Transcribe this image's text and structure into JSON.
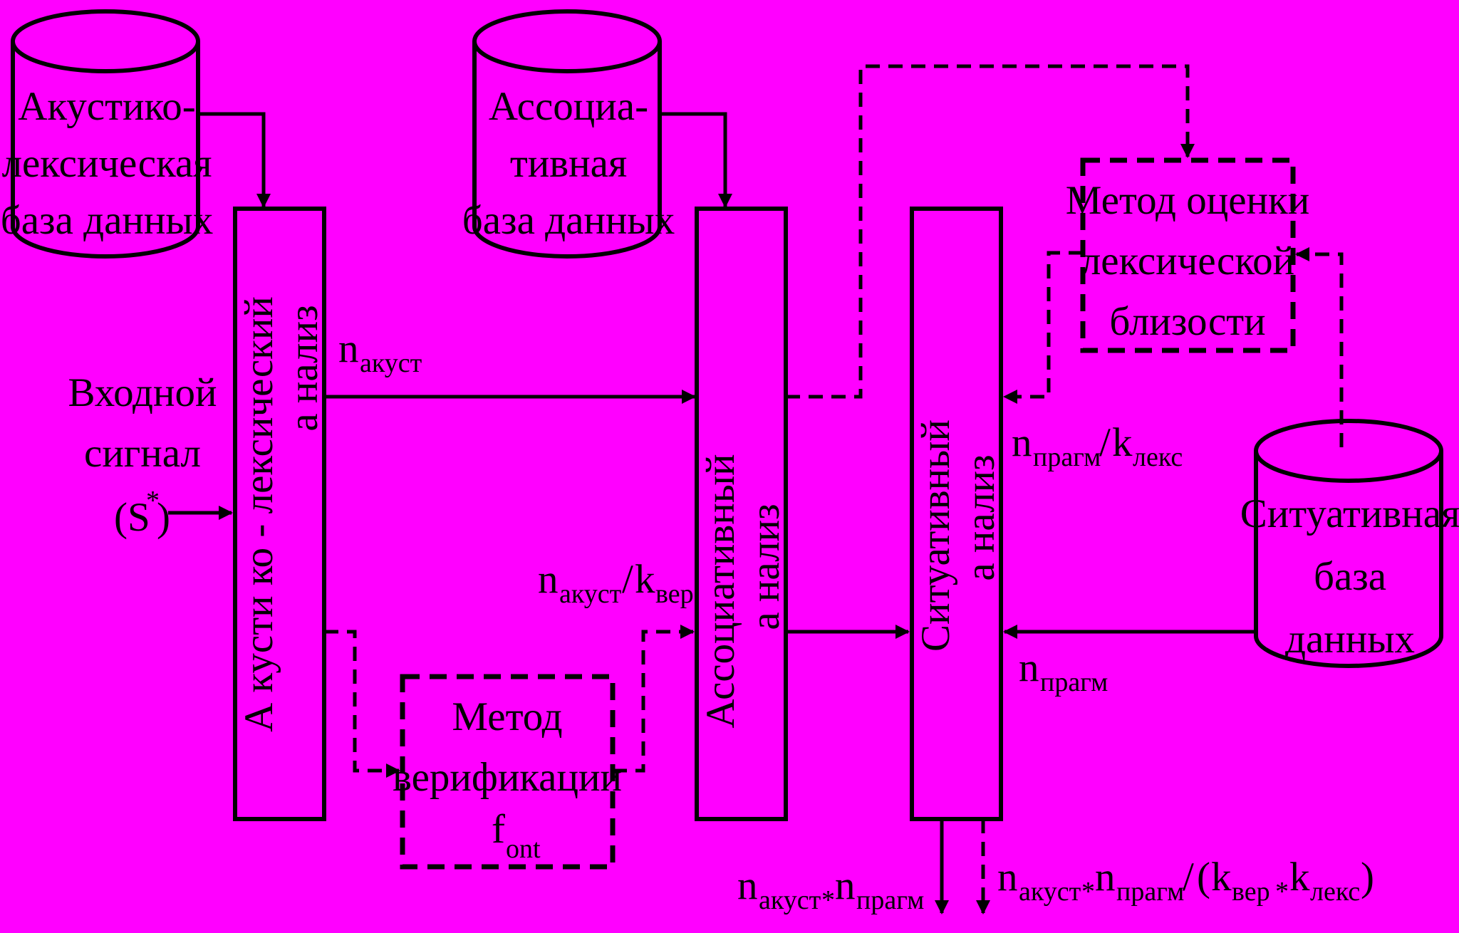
{
  "databases": {
    "acoustic": [
      "Акустико-",
      "лексическая",
      "база данных"
    ],
    "associative": [
      "Ассоциа-",
      "тивная",
      "база данных"
    ],
    "situational": [
      "Ситуативная",
      "база",
      "данных"
    ]
  },
  "blocks": {
    "acoustic_line1": "А кусти   ко - лексический",
    "acoustic_line2": "а нализ",
    "associative_line1": "Ассоциативный",
    "associative_line2": "а нализ",
    "situational_line1": "Ситуативный",
    "situational_line2": "а нализ"
  },
  "methods": {
    "verification": [
      "Метод",
      "верификации"
    ],
    "verification_f": "f",
    "verification_f_sub": "ont",
    "lexical": [
      "Метод оценки",
      "лексической",
      "близости"
    ]
  },
  "input": {
    "lines": [
      "Входной",
      "сигнал"
    ],
    "s_open": "(S",
    "s_sup": "*",
    "s_close": ")"
  },
  "labels": {
    "n": "n",
    "k": "k",
    "slash": "/",
    "star": "*",
    "open_paren": "(",
    "close_paren": ")",
    "sub_akust": "акуст",
    "sub_pragm": "прагм",
    "sub_leks": "лекс",
    "sub_ver": "вер"
  }
}
